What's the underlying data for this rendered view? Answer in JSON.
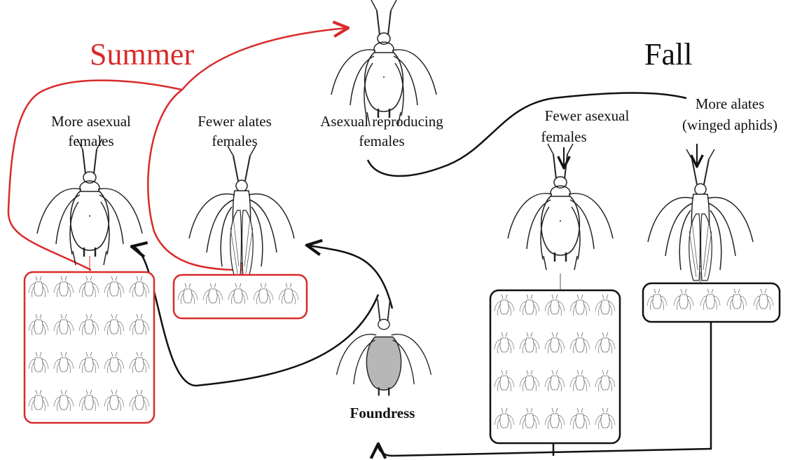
{
  "seasons": {
    "summer": "Summer",
    "fall": "Fall"
  },
  "labels": {
    "summer_asexual": [
      "More asexual",
      "females"
    ],
    "summer_alates": [
      "Fewer alates",
      "females"
    ],
    "center_asexual": [
      "Asexual reproducing",
      "females"
    ],
    "fall_asexual": [
      "Fewer asexual",
      "females"
    ],
    "fall_alates": [
      "More alates",
      "(winged aphids)"
    ],
    "foundress": "Foundress"
  },
  "colors": {
    "summer": "#d92b2b",
    "fall": "#111111",
    "foundress_body": "#b7b7b7"
  }
}
